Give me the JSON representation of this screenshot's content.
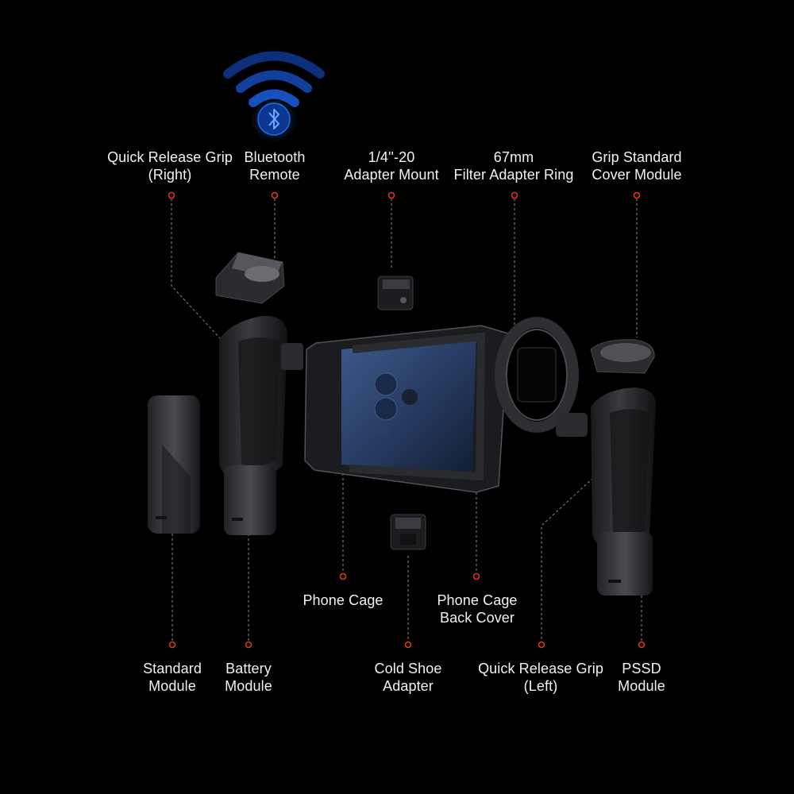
{
  "labels": {
    "qr_grip_right": {
      "line1": "Quick Release Grip",
      "line2": "(Right)"
    },
    "bt_remote": {
      "line1": "Bluetooth",
      "line2": "Remote"
    },
    "adapter_mount": {
      "line1": "1/4''-20",
      "line2": "Adapter Mount"
    },
    "filter_ring": {
      "line1": "67mm",
      "line2": "Filter Adapter Ring"
    },
    "grip_cover": {
      "line1": "Grip Standard",
      "line2": "Cover Module"
    },
    "phone_cage": {
      "line1": "Phone Cage"
    },
    "cage_back": {
      "line1": "Phone Cage",
      "line2": "Back Cover"
    },
    "standard_module": {
      "line1": "Standard",
      "line2": "Module"
    },
    "battery_module": {
      "line1": "Battery",
      "line2": "Module"
    },
    "cold_shoe": {
      "line1": "Cold Shoe",
      "line2": "Adapter"
    },
    "qr_grip_left": {
      "line1": "Quick Release Grip",
      "line2": "(Left)"
    },
    "pssd_module": {
      "line1": "PSSD",
      "line2": "Module"
    }
  },
  "colors": {
    "marker": "#e0341e",
    "leader": "#8a8a8a",
    "bluetooth": "#1f6fe8",
    "bluetooth_dark": "#0b2f7a"
  },
  "icons": {
    "remote_signal": "wifi-signal-icon",
    "bluetooth": "bluetooth-icon"
  }
}
